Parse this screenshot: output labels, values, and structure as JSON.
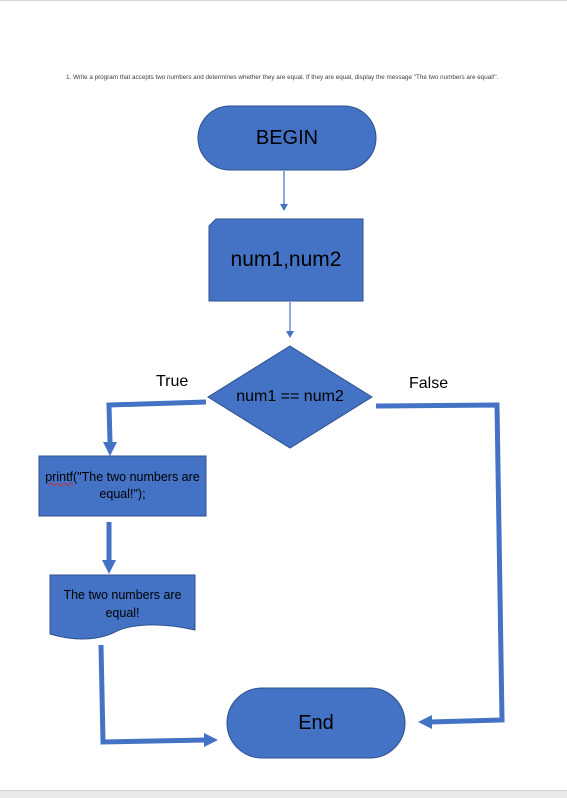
{
  "problem_statement": "1. Write a program that accepts two numbers and determines whether they are equal. If they are equal, display the message \"The two numbers are equal!\".",
  "flowchart": {
    "begin": "BEGIN",
    "input": "num1,num2",
    "decision": "num1 == num2",
    "true_label": "True",
    "false_label": "False",
    "process_func": "printf",
    "process_rest": "(\"The two numbers are equal!\");",
    "output": "The two numbers are equal!",
    "end": "End"
  },
  "colors": {
    "shape_fill": "#4472c4",
    "shape_stroke": "#2f528f",
    "connector": "#4472c4"
  }
}
